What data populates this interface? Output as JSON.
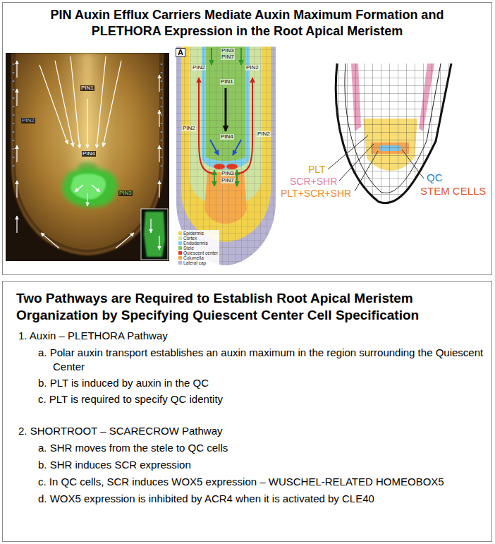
{
  "diagram": {
    "nodes": [
      {
        "text": [
          "PIN Auxin Efflux Carriers Mediate Auxin Maximum Formation and PLETHORA Expression in the Root Apical Meristem"
        ]
      },
      {
        "text": [
          "Two Pathways are Required to Establish Root Apical Meristem Organization by Specifying Quiescent Center Cell Specification",
          "1. Auxin – PLETHORA Pathway",
          "a. Polar auxin transport establishes an auxin maximum in the region surrounding the Quiescent Center",
          "b. PLT is induced by auxin in the QC",
          "c. PLT is required to specify QC identity",
          "2. SHORTROOT – SCARECROW Pathway",
          "a. SHR moves from the stele to QC cells",
          "b. SHR induces SCR expression",
          "c. In QC cells, SCR induces WOX5 expression – WUSCHEL-RELATED HOMEOBOX5",
          "d. WOX5 expression is inhibited by ACR4 when it is activated by CLE40"
        ]
      }
    ],
    "edges": [],
    "labels": [
      "PIN1",
      "PIN2",
      "PIN4",
      "PIN3",
      "A",
      "PIN3",
      "PIN7",
      "PIN2",
      "PIN1",
      "PIN2",
      "PIN2",
      "PIN2",
      "PIN4",
      "PIN3",
      "PIN7",
      "PLT",
      "SCR+SHR",
      "PLT+SCR+SHR",
      "QC",
      "STEM CELLS"
    ],
    "legend": [
      {
        "text": "Epidermis",
        "color": "#f2d24b"
      },
      {
        "text": "Cortex",
        "color": "#cfe3a0"
      },
      {
        "text": "Endodermis",
        "color": "#7fd0ea"
      },
      {
        "text": "Stele",
        "color": "#8cc65e"
      },
      {
        "text": "Quiescent center",
        "color": "#e23a22"
      },
      {
        "text": "Columella",
        "color": "#f6a94a"
      },
      {
        "text": "Lateral cap",
        "color": "#b6b3d3"
      }
    ]
  }
}
